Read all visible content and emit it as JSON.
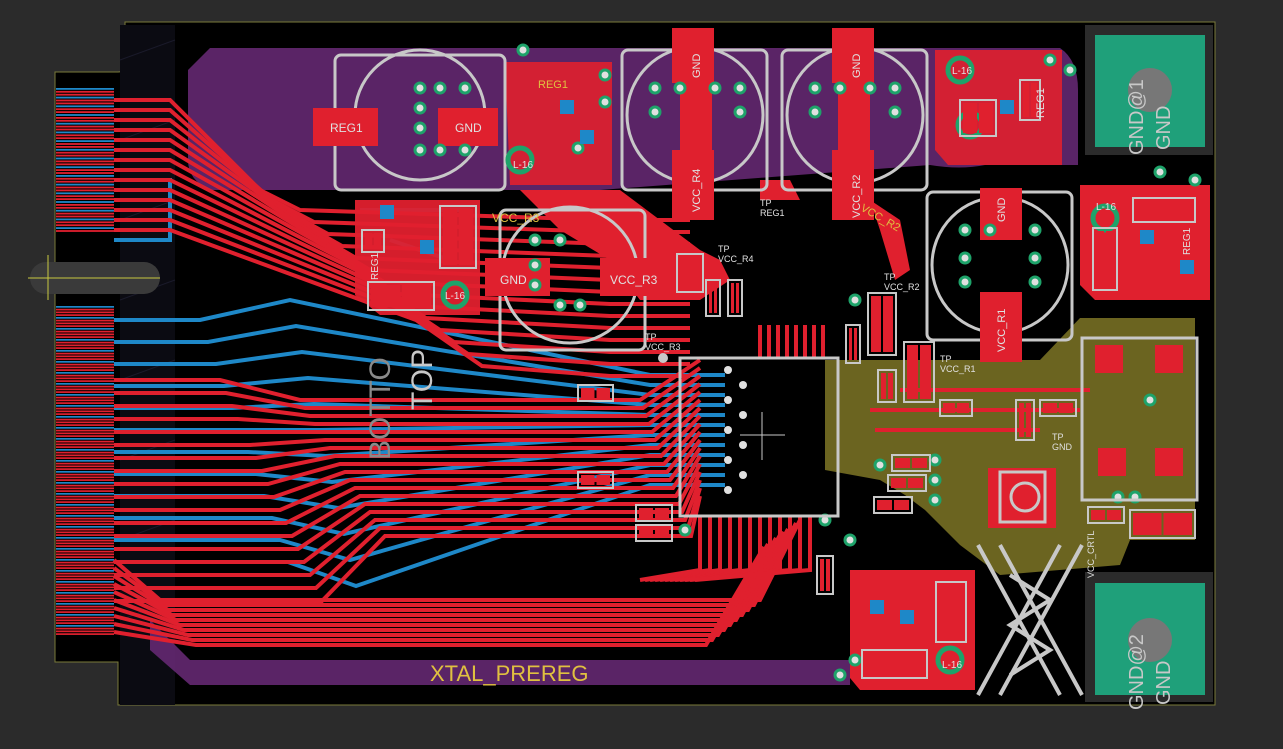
{
  "colors": {
    "background": "#2b2b2b",
    "board": "#000000",
    "copper_top": "#e0202e",
    "copper_bottom": "#1e88c8",
    "silkscreen": "#c8c8c8",
    "pad_green": "#1ea36a",
    "plane_purple": "#6a2a78",
    "plane_olive": "#6b6420",
    "label_yellow": "#e0c040",
    "gnd_pad": "#1fa07a"
  },
  "labels": {
    "reg1_big": "REG1",
    "gnd_big": "GND",
    "reg1_small": "REG1",
    "gnd_r4": "GND",
    "gnd_r2": "GND",
    "vcc_r4": "VCC_R4",
    "vcc_r2": "VCC_R2",
    "tp_reg1": "TP\nREG1",
    "reg1_right": "REG1",
    "gnd_at1": "GND@1",
    "gnd_at1_b": "GND",
    "vcc_r3_top": "VCC_R3",
    "gnd_r3": "GND",
    "vcc_r3": "VCC_R3",
    "tp_vcc_r4": "TP\nVCC_R4",
    "vcc_r2_b": "VCC_R2",
    "tp_vcc_r2": "TP\nVCC_R2",
    "gnd_r1": "GND",
    "vcc_r1": "VCC_R1",
    "tp_vcc_r1": "TP\nVCC_R1",
    "tp_vcc_r3": "TP\nVCC_R3",
    "reg1_left": "REG1",
    "reg1_right2": "REG1",
    "l16_a": "L-16",
    "l16_b": "L-16",
    "l16_c": "L-16",
    "l16_d": "L-16",
    "l16_e": "L-16",
    "bottom_text": "BOTTO",
    "top_text": "TOP",
    "tp_gnd": "TP\nGND",
    "vcc_crtl": "VCC_CRTL",
    "gnd_at2": "GND@2",
    "gnd_at2_b": "GND",
    "xtal_prereg": "XTAL_PREREG"
  }
}
